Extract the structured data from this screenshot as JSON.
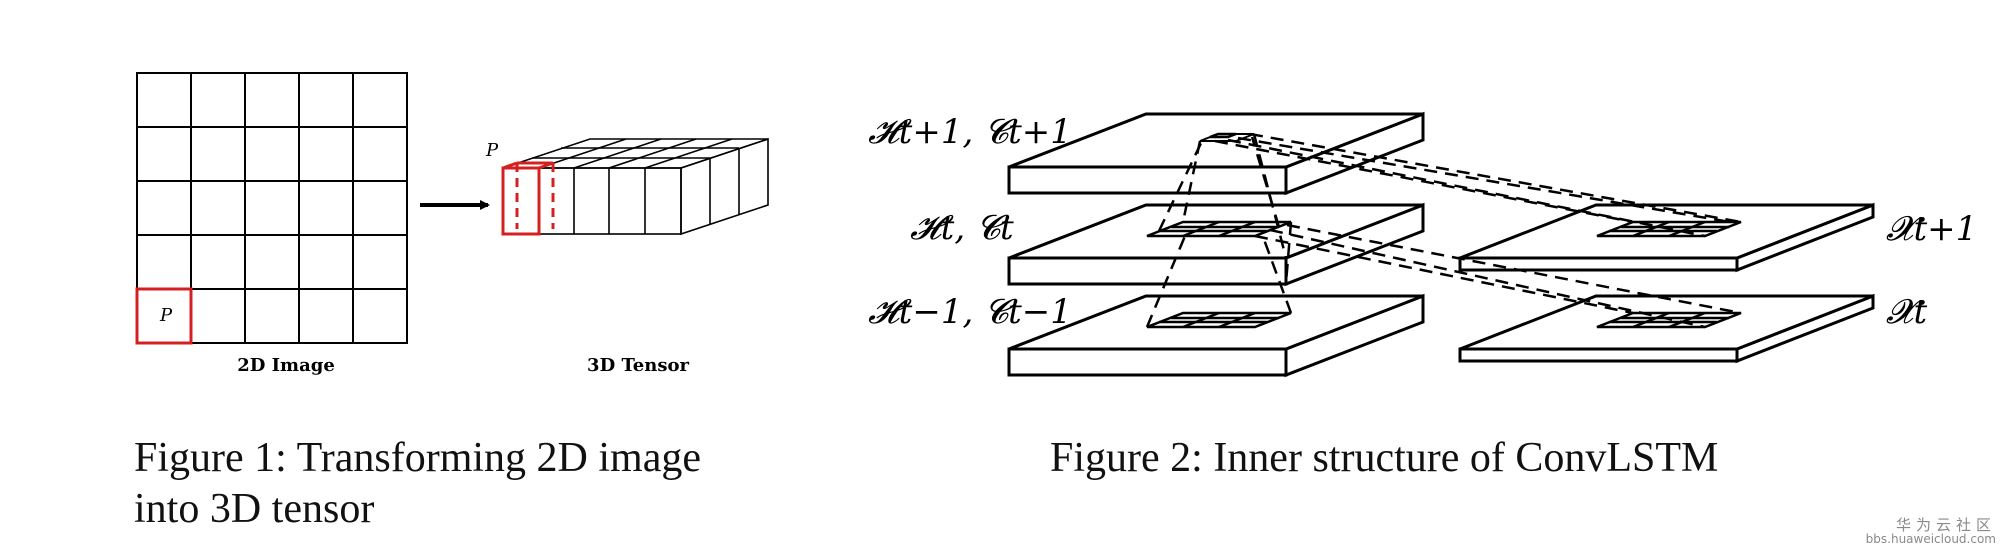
{
  "figure1": {
    "label_p_grid": "P",
    "label_p_tensor": "P",
    "label_2d": "2D Image",
    "label_3d": "3D Tensor",
    "caption_line1": "Figure 1:  Transforming 2D image",
    "caption_line2": "into 3D tensor"
  },
  "figure2": {
    "label_h_next": "𝓗t+1, 𝓒t+1",
    "label_h_now": "𝓗t, 𝓒t",
    "label_h_prev": "𝓗t−1, 𝓒t−1",
    "label_x_next": "𝓧t+1",
    "label_x_now": "𝓧t",
    "caption": "Figure 2: Inner structure of ConvLSTM"
  },
  "watermark": {
    "line1": "华为云社区",
    "line2": "bbs.huaweicloud.com"
  },
  "colors": {
    "ink": "#000000",
    "highlight": "#d42020"
  }
}
